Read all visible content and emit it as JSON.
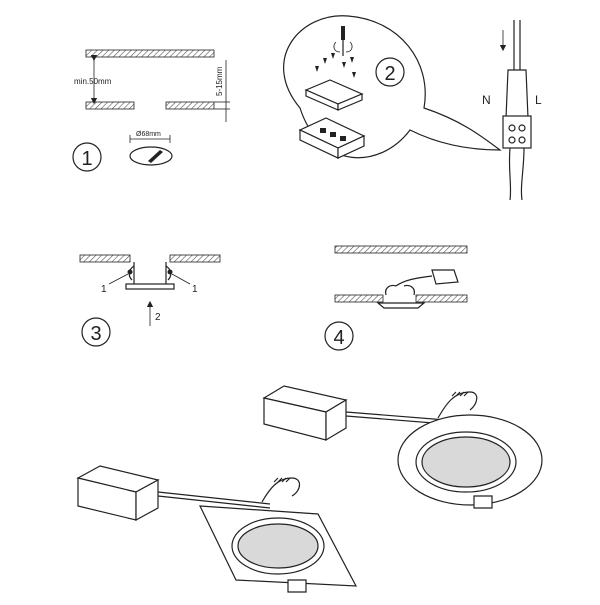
{
  "step1": {
    "number": "1",
    "min_label": "min.50mm",
    "thickness_label": "5-15mm",
    "diameter_label": "Ø68mm"
  },
  "step2": {
    "number": "2",
    "neutral_label": "N",
    "live_label": "L"
  },
  "step3": {
    "number": "3",
    "clip_label_left": "1",
    "clip_label_right": "1",
    "push_label": "2"
  },
  "step4": {
    "number": "4"
  },
  "colors": {
    "line": "#222222",
    "hatch": "#bfbfbf",
    "background": "#ffffff"
  }
}
